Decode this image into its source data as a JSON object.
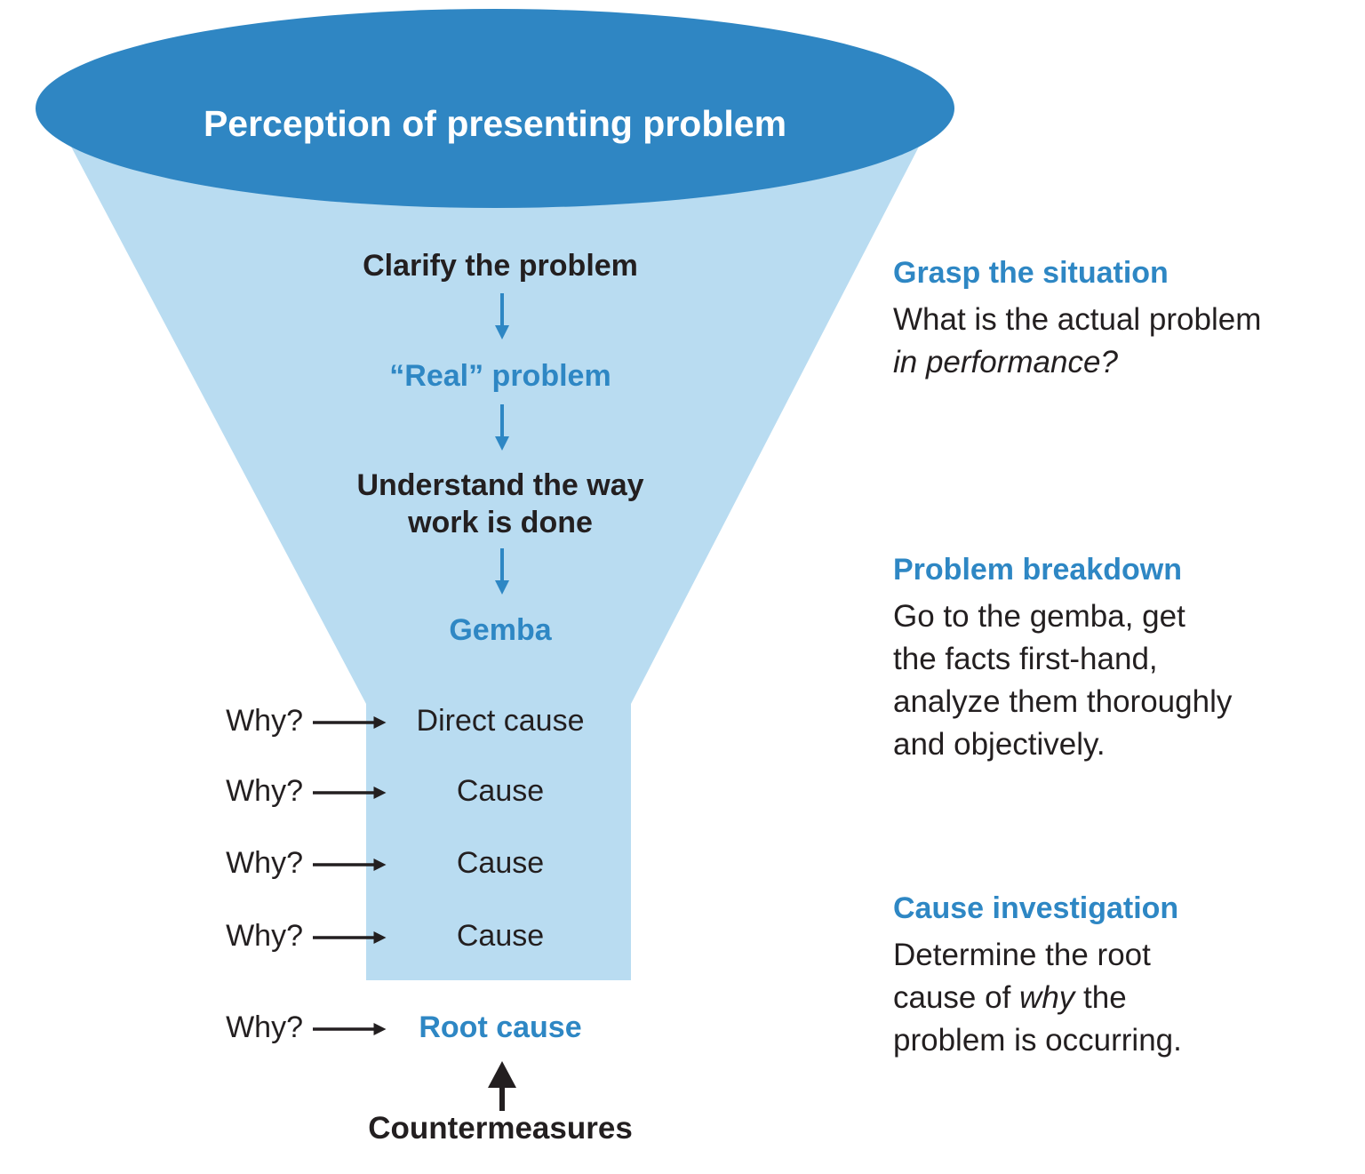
{
  "colors": {
    "funnel_dark": "#2f86c3",
    "funnel_light": "#b9dcf1",
    "blue_text": "#2e87c4",
    "dark_text": "#231f20"
  },
  "funnel": {
    "title": "Perception of presenting problem",
    "step_clarify": "Clarify the problem",
    "step_real": "“Real” problem",
    "step_understand_line1": "Understand the way",
    "step_understand_line2": "work is done",
    "step_gemba": "Gemba"
  },
  "five_whys": {
    "rows": [
      {
        "q": "Why?",
        "a": "Direct cause"
      },
      {
        "q": "Why?",
        "a": "Cause"
      },
      {
        "q": "Why?",
        "a": "Cause"
      },
      {
        "q": "Why?",
        "a": "Cause"
      },
      {
        "q": "Why?",
        "a": "Root cause"
      }
    ]
  },
  "countermeasures": "Countermeasures",
  "annotations": {
    "grasp": {
      "title": "Grasp the situation",
      "line1": "What is the actual problem",
      "line2_italic": "in performance?"
    },
    "breakdown": {
      "title": "Problem breakdown",
      "line1": "Go to the gemba, get",
      "line2": "the facts first-hand,",
      "line3": "analyze them thoroughly",
      "line4": "and objectively."
    },
    "cause": {
      "title": "Cause investigation",
      "line1": "Determine the root",
      "line2_pre": "cause of ",
      "line2_italic": "why",
      "line2_post": " the",
      "line3": "problem is occurring."
    }
  }
}
